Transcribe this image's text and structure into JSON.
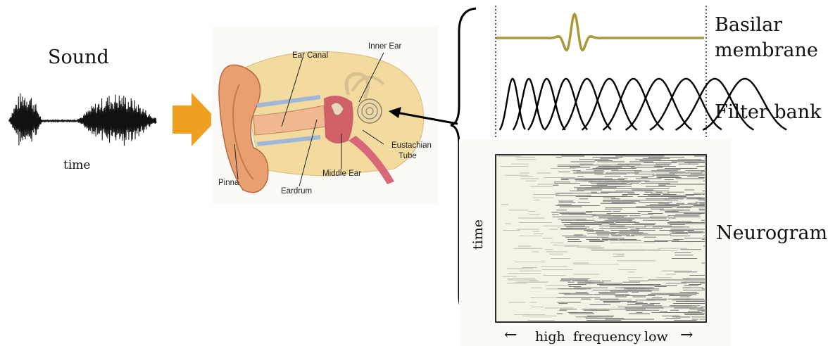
{
  "sound": {
    "title": "Sound",
    "axis_label": "time"
  },
  "ear": {
    "labels": {
      "ear_canal": "Ear Canal",
      "inner_ear": "Inner Ear",
      "eustachian": "Eustachian",
      "tube": "Tube",
      "middle_ear": "Middle Ear",
      "eardrum": "Eardrum",
      "pinna": "Pinna"
    }
  },
  "stages": {
    "basilar_line1": "Basilar",
    "basilar_line2": "membrane",
    "filter_bank": "Filter bank",
    "neurogram": "Neurogram"
  },
  "neurogram": {
    "y_axis": "time",
    "x_axis_high": "high",
    "x_axis_mid": "frequency",
    "x_axis_low": "low",
    "arrow_left": "←",
    "arrow_right": "→"
  },
  "colors": {
    "basilar": "#a89a3a",
    "arrow_orange": "#f0a020",
    "skin": "#e8a070",
    "bone": "#f3dba0",
    "neurogram_bg": "#f4f3e6",
    "neurogram_dark": "#707070"
  },
  "icons": [
    "orange-arrow-icon",
    "ear-anatomy-icon",
    "brace-icon"
  ]
}
